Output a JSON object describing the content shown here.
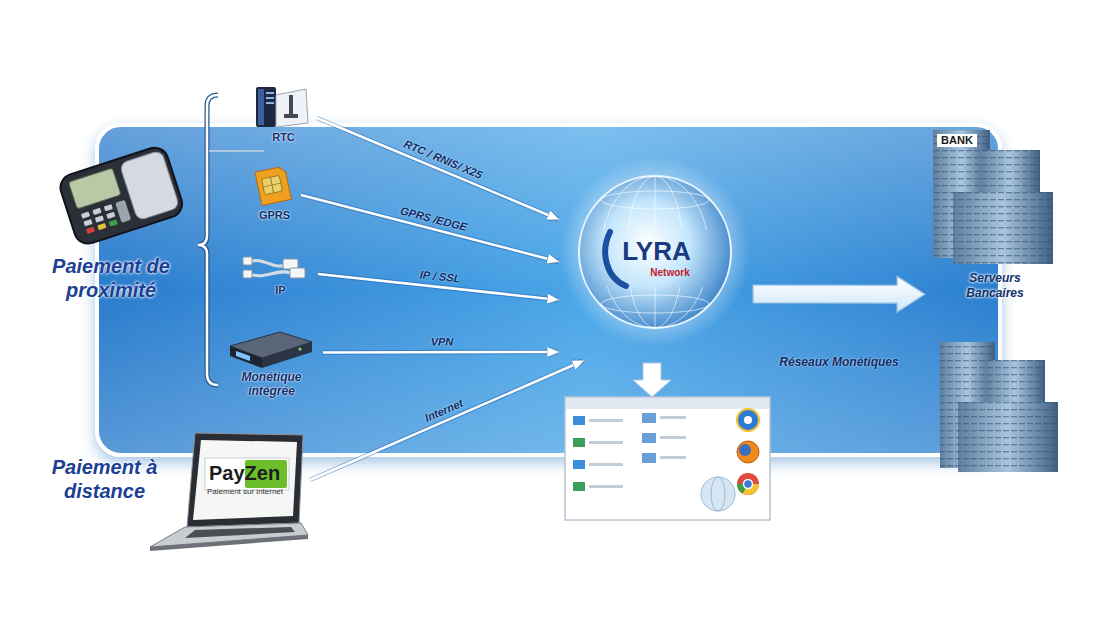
{
  "diagram": {
    "nodes": [
      {
        "text": [
          "RTC"
        ]
      },
      {
        "text": [
          "GPRS"
        ]
      },
      {
        "text": [
          "IP"
        ]
      },
      {
        "text": [
          "Monétique intégrée"
        ]
      },
      {
        "text": [
          "PayZen",
          "Paiement sur internet"
        ]
      },
      {
        "text": [
          "LYRA",
          "Network"
        ]
      },
      {
        "text": [
          "BANK",
          "Serveurs Bancaires"
        ]
      }
    ],
    "edges": [
      {
        "from": 0,
        "to": 5,
        "label": "RTC / RNIS/ X25",
        "arrow": "to"
      },
      {
        "from": 1,
        "to": 5,
        "label": "GPRS /EDGE",
        "arrow": "to"
      },
      {
        "from": 2,
        "to": 5,
        "label": "IP / SSL",
        "arrow": "to"
      },
      {
        "from": 3,
        "to": 5,
        "label": "VPN",
        "arrow": "to"
      },
      {
        "from": 4,
        "to": 5,
        "label": "Internet",
        "arrow": "to"
      },
      {
        "from": 5,
        "to": 6,
        "label": "Réseaux Monétiques",
        "arrow": "to"
      }
    ],
    "labels": [
      "Paiement de proximité",
      "Paiement à distance"
    ]
  }
}
